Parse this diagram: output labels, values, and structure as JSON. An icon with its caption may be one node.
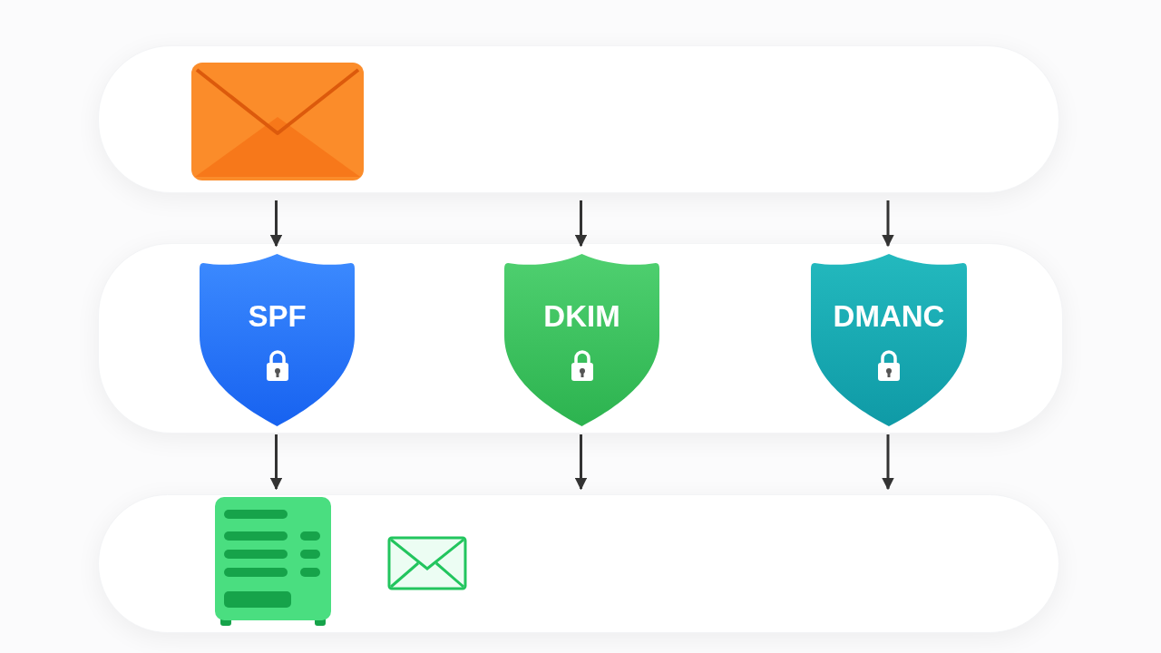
{
  "diagram": {
    "nodes": [
      {
        "text": [],
        "shape": "band"
      },
      {
        "text": [],
        "shape": "envelope",
        "in": 0
      },
      {
        "text": [],
        "shape": "band"
      },
      {
        "text": [
          "SPF"
        ],
        "in": 2
      },
      {
        "text": [
          "DKIM"
        ],
        "in": 2
      },
      {
        "text": [
          "DMANC"
        ],
        "in": 2
      },
      {
        "text": [],
        "shape": "band"
      },
      {
        "text": [],
        "shape": "server",
        "in": 6
      },
      {
        "text": [],
        "shape": "envelope-outline",
        "in": 6
      }
    ],
    "edges": [
      {
        "from": 0,
        "to": 3,
        "arrow": "to"
      },
      {
        "from": 0,
        "to": 4,
        "arrow": "to"
      },
      {
        "from": 0,
        "to": 5,
        "arrow": "to"
      },
      {
        "from": 3,
        "to": 6,
        "arrow": "to"
      },
      {
        "from": 4,
        "to": 6,
        "arrow": "to"
      },
      {
        "from": 5,
        "to": 6,
        "arrow": "to"
      }
    ]
  }
}
